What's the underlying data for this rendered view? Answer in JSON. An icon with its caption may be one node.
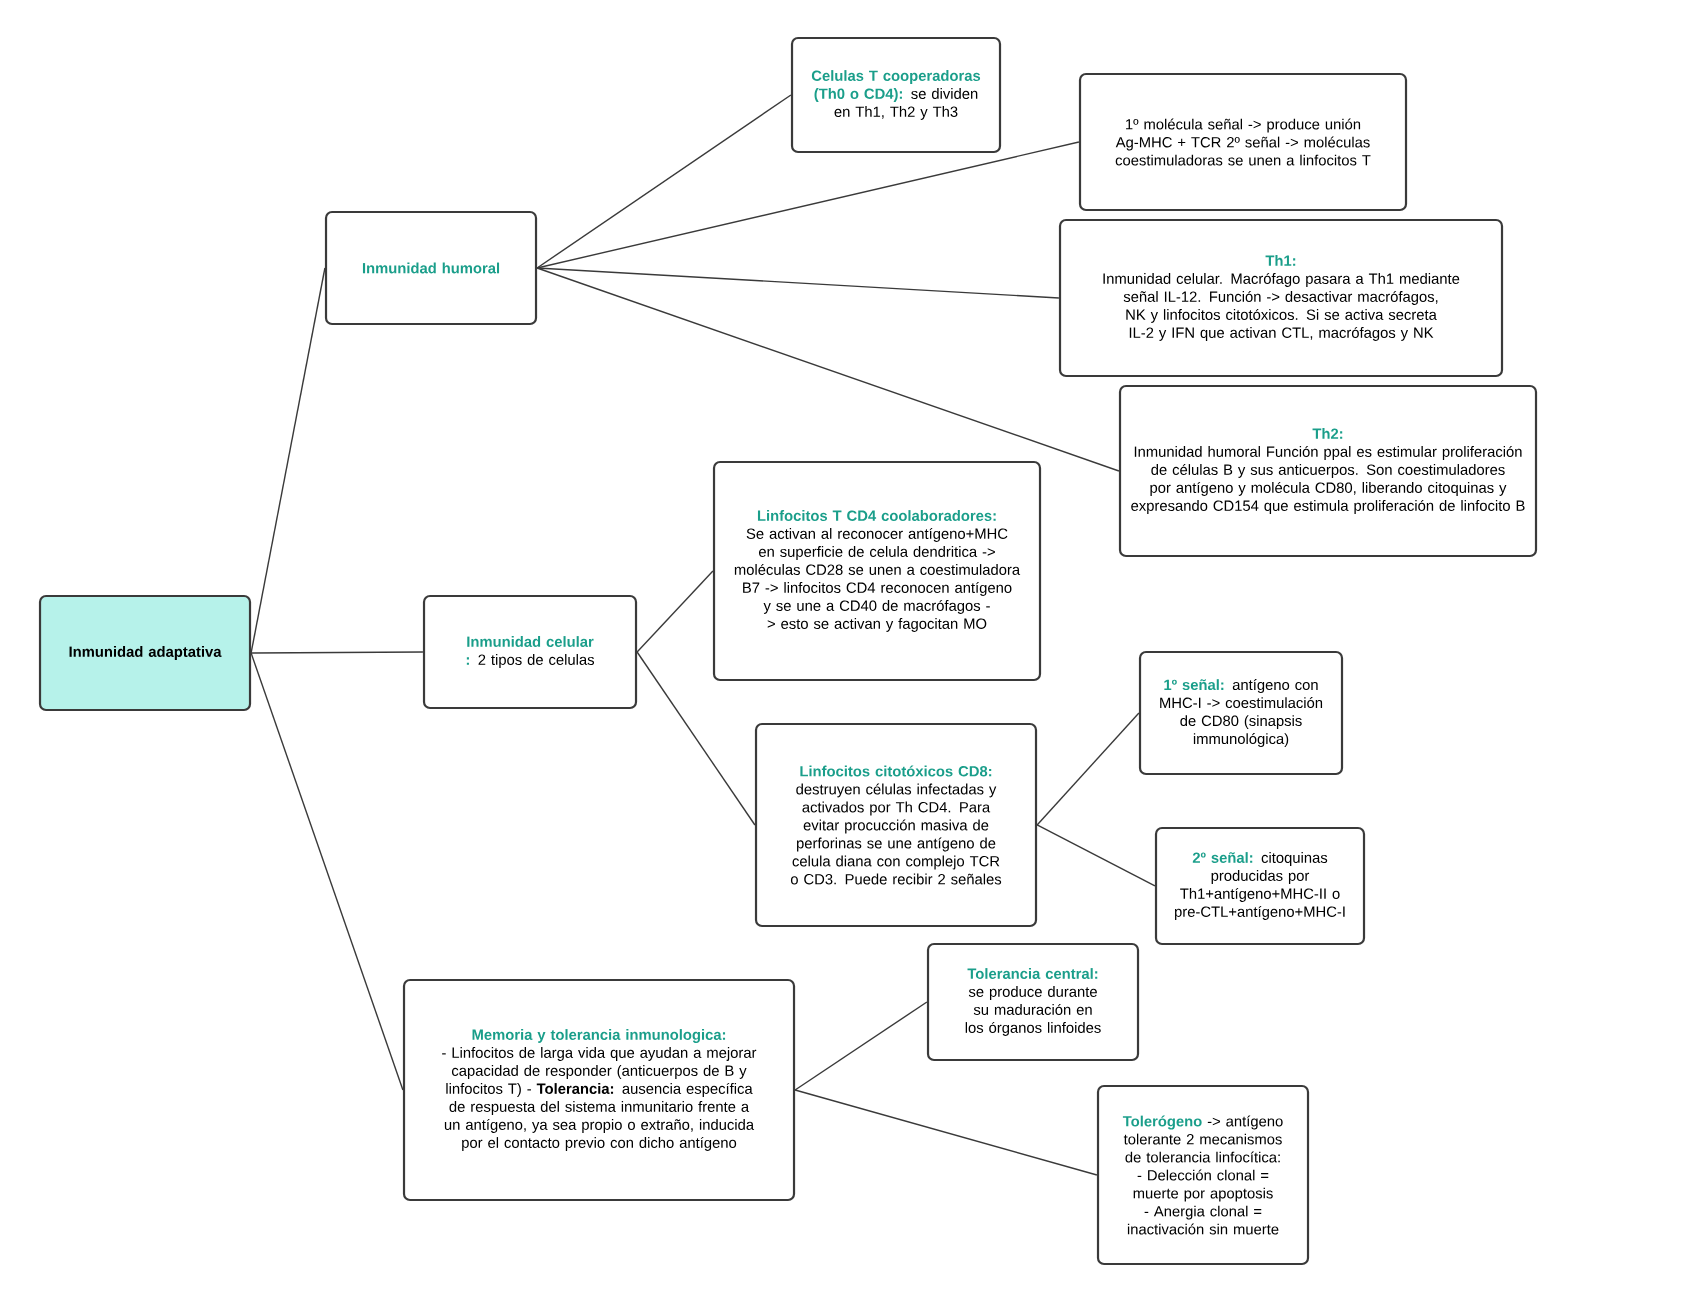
{
  "diagram": {
    "nodes": [
      {
        "text": [
          "Inmunidad adaptativa"
        ]
      },
      {
        "text": [
          "Inmunidad humoral"
        ]
      },
      {
        "text": [
          "Celulas T cooperadoras (Th0 o CD4):",
          "se dividen en Th1, Th2 y Th3"
        ]
      },
      {
        "text": [
          "1º molécula señal -> produce unión Ag-MHC + TCR 2º señal -> moléculas coestimuladoras se unen a linfocitos T"
        ]
      },
      {
        "text": [
          "Th1:",
          "Inmunidad celular. Macrófago pasara a Th1 mediante señal IL-12. Función -> desactivar macrófagos, NK y linfocitos citotóxicos. Si se activa secreta IL-2 y IFN que activan CTL, macrófagos y NK"
        ]
      },
      {
        "text": [
          "Th2:",
          "Inmunidad humoral Función ppal es estimular proliferación de células B y sus anticuerpos. Son coestimuladores por antígeno y molécula CD80, liberando citoquinas y expresando CD154 que estimula proliferación de linfocito B"
        ]
      },
      {
        "text": [
          "Inmunidad celular :",
          "2 tipos de celulas"
        ]
      },
      {
        "text": [
          "Linfocitos T CD4 coolaboradores:",
          "Se activan al reconocer antígeno+MHC en superficie de celula dendritica -> moléculas CD28 se unen a coestimuladora B7 -> linfocitos CD4 reconocen antígeno y se une a CD40 de macrófagos -> esto se activan y fagocitan MO"
        ]
      },
      {
        "text": [
          "Linfocitos citotóxicos CD8:",
          "destruyen células infectadas y activados por Th CD4. Para evitar procucción masiva de perforinas se une antígeno de celula diana con complejo TCR o CD3. Puede recibir 2 señales"
        ]
      },
      {
        "text": [
          "1º señal:",
          "antígeno con MHC-I -> coestimulación de CD80 (sinapsis immunológica)"
        ]
      },
      {
        "text": [
          "2º señal:",
          "citoquinas producidas por Th1+antígeno+MHC-II o pre-CTL+antígeno+MHC-I"
        ]
      },
      {
        "text": [
          "Memoria y tolerancia inmunologica:",
          "- Linfocitos de larga vida que ayudan a mejorar capacidad de responder (anticuerpos de B y linfocitos T) - **Tolerancia:** ausencia específica de respuesta del sistema inmunitario frente a un antígeno, ya sea propio o extraño, inducida por el contacto previo con dicho antígeno"
        ]
      },
      {
        "text": [
          "Tolerancia central:",
          "se produce durante su maduración en los órganos linfoides"
        ]
      },
      {
        "text": [
          "Tolerógeno",
          "-> antígeno tolerante 2 mecanismos de tolerancia linfocítica: - Delección clonal = muerte por apoptosis - Anergia clonal = inactivación sin muerte"
        ]
      }
    ],
    "edges": [
      {
        "from": 0,
        "to": 1,
        "arrow": "none"
      },
      {
        "from": 0,
        "to": 6,
        "arrow": "none"
      },
      {
        "from": 0,
        "to": 11,
        "arrow": "none"
      },
      {
        "from": 1,
        "to": 2,
        "arrow": "none"
      },
      {
        "from": 1,
        "to": 3,
        "arrow": "none"
      },
      {
        "from": 1,
        "to": 4,
        "arrow": "none"
      },
      {
        "from": 1,
        "to": 5,
        "arrow": "none"
      },
      {
        "from": 6,
        "to": 7,
        "arrow": "none"
      },
      {
        "from": 6,
        "to": 8,
        "arrow": "none"
      },
      {
        "from": 8,
        "to": 9,
        "arrow": "none"
      },
      {
        "from": 8,
        "to": 10,
        "arrow": "none"
      },
      {
        "from": 11,
        "to": 12,
        "arrow": "none"
      },
      {
        "from": 11,
        "to": 13,
        "arrow": "none"
      }
    ]
  }
}
